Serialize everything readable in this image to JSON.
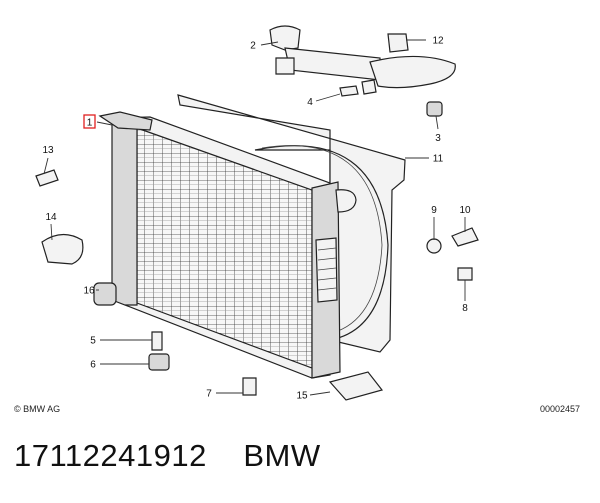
{
  "diagram": {
    "callouts": [
      {
        "id": "1",
        "label": "1",
        "highlighted": true
      },
      {
        "id": "2",
        "label": "2"
      },
      {
        "id": "3",
        "label": "3"
      },
      {
        "id": "4",
        "label": "4"
      },
      {
        "id": "5",
        "label": "5"
      },
      {
        "id": "6",
        "label": "6"
      },
      {
        "id": "7",
        "label": "7"
      },
      {
        "id": "8",
        "label": "8"
      },
      {
        "id": "9",
        "label": "9"
      },
      {
        "id": "10",
        "label": "10"
      },
      {
        "id": "11",
        "label": "11"
      },
      {
        "id": "12",
        "label": "12"
      },
      {
        "id": "13",
        "label": "13"
      },
      {
        "id": "14",
        "label": "14"
      },
      {
        "id": "15",
        "label": "15"
      },
      {
        "id": "16",
        "label": "16"
      }
    ],
    "highlight_color": "#e02020"
  },
  "copyright": "© BMW AG",
  "document_number": "00002457",
  "footer": {
    "part_number": "17112241912",
    "brand": "BMW"
  }
}
